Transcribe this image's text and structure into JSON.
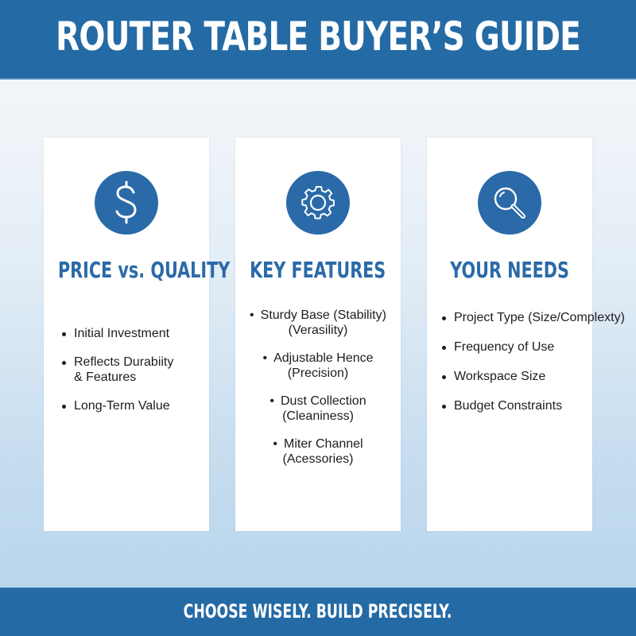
{
  "header": {
    "title": "ROUTER TABLE BUYER’S GUIDE"
  },
  "colors": {
    "primary": "#246aa5",
    "icon_bg": "#2a6aa8",
    "card_bg": "#ffffff",
    "bg_top": "#f8f9fb",
    "bg_bottom": "#b3d2ea"
  },
  "cards": [
    {
      "icon": "dollar-sign-icon",
      "title": "PRICE vs. QUALITY",
      "items": [
        "Initial Investment",
        "Reflects Durabiity",
        "& Features",
        "Long-Term Value"
      ]
    },
    {
      "icon": "gear-icon",
      "title": "KEY FEATURES",
      "items": [
        {
          "line1": "Sturdy Base (Stability)",
          "line2": "(Verasility)"
        },
        {
          "line1": "Adjustable Hence",
          "line2": "(Precision)"
        },
        {
          "line1": "Dust Collection",
          "line2": "(Cleaniness)"
        },
        {
          "line1": "Miter Channel",
          "line2": "(Acessories)"
        }
      ]
    },
    {
      "icon": "magnifying-glass-icon",
      "title": "YOUR NEEDS",
      "items": [
        "Project Type (Size/Complexty)",
        "Frequency of Use",
        "Workspace Size",
        "Budget Constraints"
      ]
    }
  ],
  "footer": {
    "tagline": "CHOOSE WISELY. BUILD PRECISELY."
  }
}
